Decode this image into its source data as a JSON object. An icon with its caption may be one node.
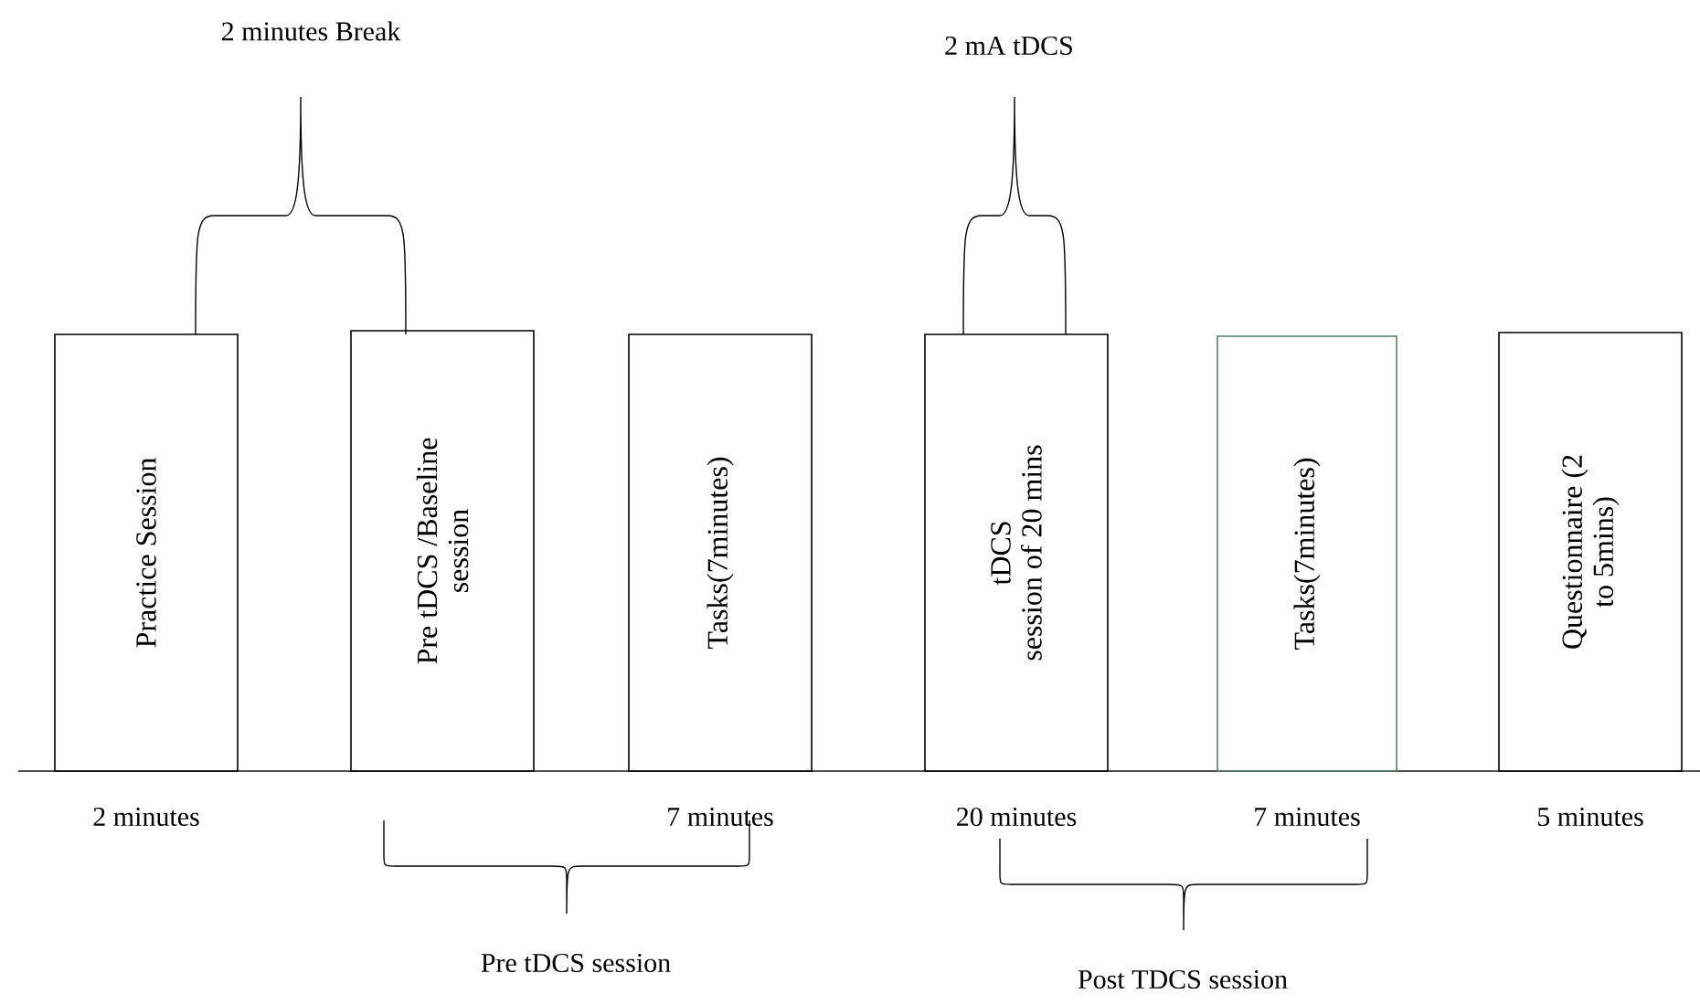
{
  "diagram": {
    "nodes": [
      {
        "text": [
          "Practice Session"
        ],
        "beside": [
          "2 minutes"
        ]
      },
      {
        "text": [
          "Pre tDCS /Baseline session"
        ]
      },
      {
        "text": [
          "Tasks(7minutes)"
        ],
        "beside": [
          "7 minutes"
        ]
      },
      {
        "text": [
          "tDCS",
          "session of 20 mins"
        ],
        "beside": [
          "20 minutes"
        ]
      },
      {
        "text": [
          "Tasks(7minutes)"
        ],
        "beside": [
          "7 minutes"
        ]
      },
      {
        "text": [
          "Questionnaire (2 to 5mins)"
        ],
        "beside": [
          "5 minutes"
        ]
      }
    ],
    "labels": [
      "2 minutes Break",
      "2 mA tDCS",
      "Pre tDCS session",
      "Post TDCS session"
    ]
  }
}
